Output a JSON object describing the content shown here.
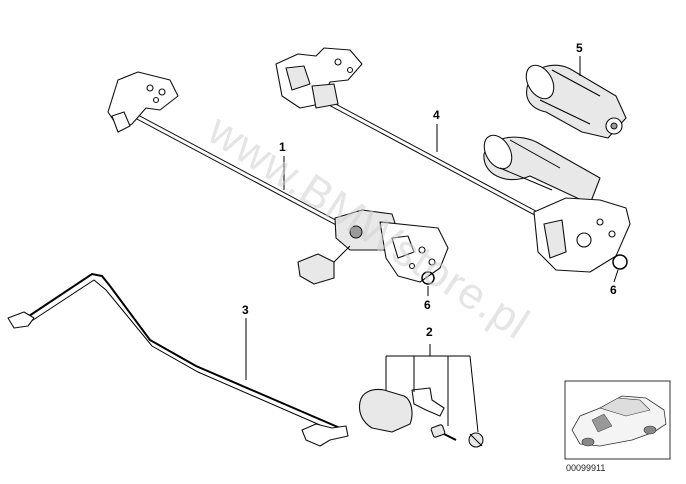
{
  "diagram": {
    "callouts": [
      {
        "id": "callout-1",
        "label": "1"
      },
      {
        "id": "callout-2",
        "label": "2"
      },
      {
        "id": "callout-3",
        "label": "3"
      },
      {
        "id": "callout-4",
        "label": "4"
      },
      {
        "id": "callout-5",
        "label": "5"
      },
      {
        "id": "callout-6a",
        "label": "6"
      },
      {
        "id": "callout-6b",
        "label": "6"
      }
    ],
    "watermark": "www.BMWstore.pl",
    "thumbnail_code": "00099911"
  }
}
